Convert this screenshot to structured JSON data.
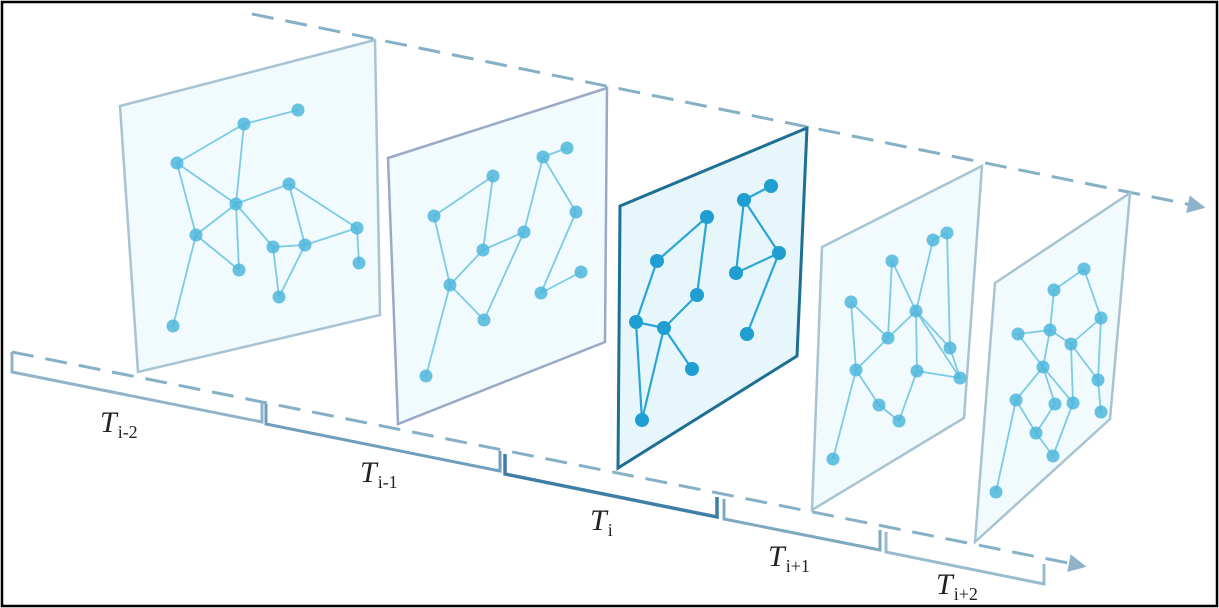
{
  "diagram": {
    "colors": {
      "frame_border": "#000000",
      "plane_fill": "#f0fafd",
      "plane_fill_active": "#e3f5fb",
      "plane_edge": "#a8c4d2",
      "plane_edge_second": "#9aaac6",
      "plane_edge_active": "#1d6f93",
      "node": "#4fb6da",
      "node_active": "#1f9fd1",
      "link": "#7ccbe6",
      "link_active": "#2aa6d6",
      "axis": "#7fa8c0",
      "bracket": "#6f9fbd",
      "bracket_active": "#3f7fa5"
    },
    "slices": [
      {
        "name": "T",
        "sub": "i-2",
        "active": false
      },
      {
        "name": "T",
        "sub": "i-1",
        "active": false
      },
      {
        "name": "T",
        "sub": "i",
        "active": true
      },
      {
        "name": "T",
        "sub": "i+1",
        "active": false
      },
      {
        "name": "T",
        "sub": "i+2",
        "active": false
      }
    ]
  }
}
